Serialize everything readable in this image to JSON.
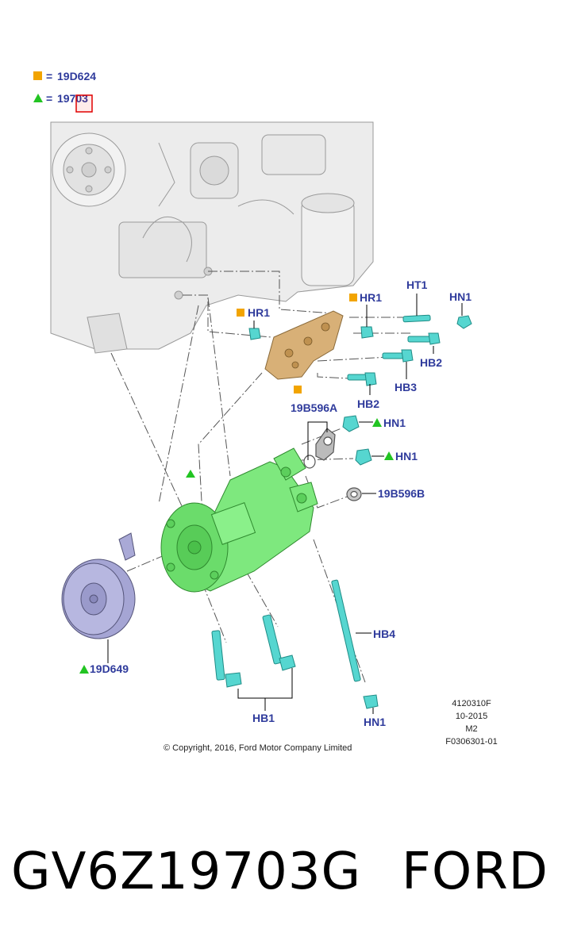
{
  "legend": {
    "square_label": "19D624",
    "triangle_label": "19703"
  },
  "callouts": {
    "hr1_left": "HR1",
    "hr1_right": "HR1",
    "ht1": "HT1",
    "hn1_top": "HN1",
    "hb2_right": "HB2",
    "hb3": "HB3",
    "hb2_bottom": "HB2",
    "b596a": "19B596A",
    "hn1_a": "HN1",
    "hn1_b": "HN1",
    "b596b": "19B596B",
    "hb4": "HB4",
    "hn1_bottom": "HN1",
    "hb1": "HB1",
    "d649": "19D649"
  },
  "info": {
    "line1": "4120310F",
    "line2": "10-2015",
    "line3": "M2",
    "line4": "F0306301-01"
  },
  "copyright": "© Copyright, 2016, Ford Motor Company Limited",
  "part_number": "GV6Z19703G",
  "brand": "FORD",
  "colors": {
    "label_blue": "#2f3b9c",
    "square_orange": "#f2a400",
    "triangle_green": "#22c422",
    "compressor_green": "#7ee87e",
    "bolt_cyan": "#56d6d0"
  }
}
